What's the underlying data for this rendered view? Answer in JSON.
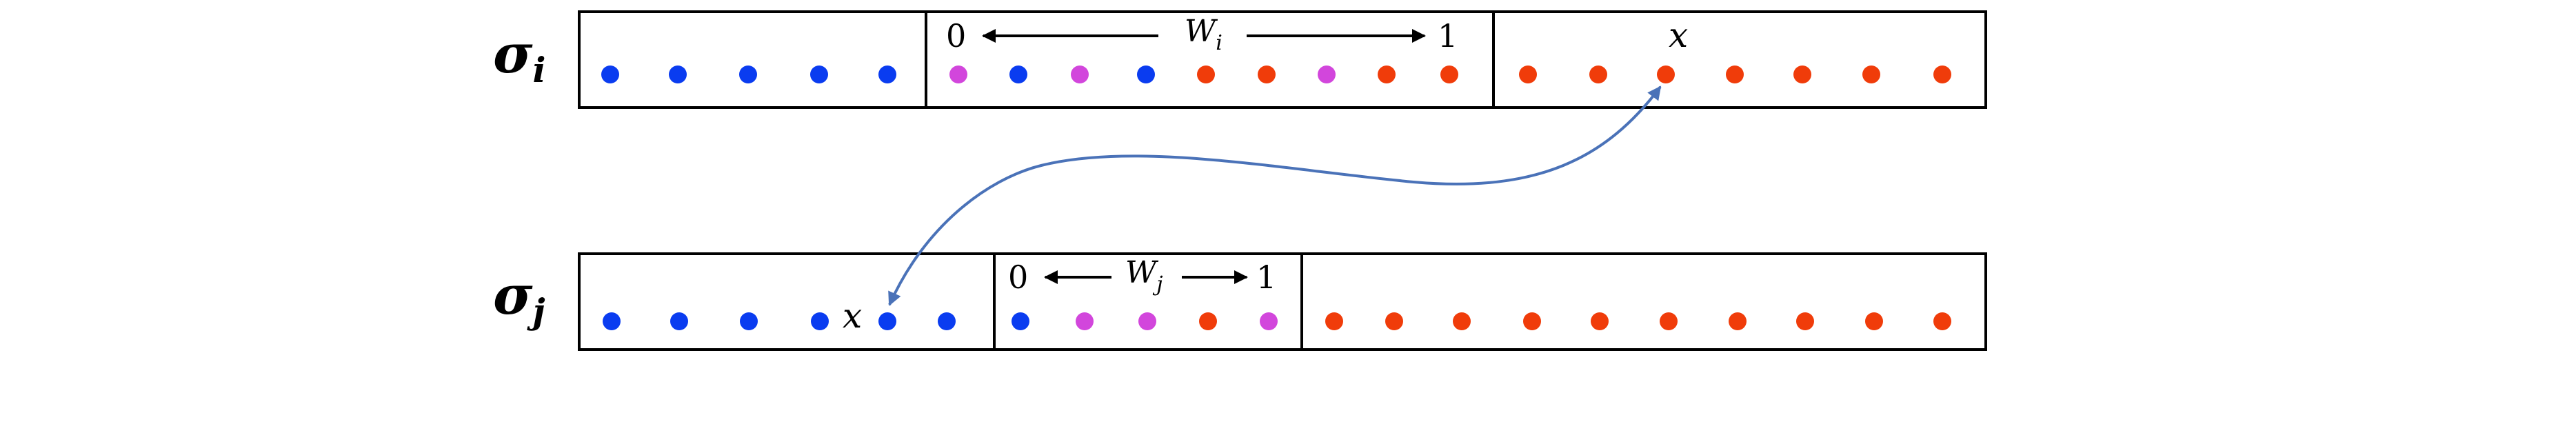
{
  "colors": {
    "blue": "#0a3cf0",
    "magenta": "#d246dc",
    "red": "#f03c0a",
    "arrow": "#4a72b8",
    "stroke": "#000000"
  },
  "rows": [
    {
      "id": "sigma-i",
      "label_base": "σ",
      "label_sub": "i",
      "window_start": "0",
      "window_end": "1",
      "window_base": "W",
      "window_sub": "i",
      "x_label": "x",
      "dots": [
        "blue",
        "blue",
        "blue",
        "blue",
        "blue",
        "magenta",
        "blue",
        "magenta",
        "blue",
        "red",
        "red",
        "magenta",
        "red",
        "red",
        "red",
        "red",
        "red",
        "red",
        "red",
        "red",
        "red"
      ]
    },
    {
      "id": "sigma-j",
      "label_base": "σ",
      "label_sub": "j",
      "window_start": "0",
      "window_end": "1",
      "window_base": "W",
      "window_sub": "j",
      "x_label": "x",
      "dots": [
        "blue",
        "blue",
        "blue",
        "blue",
        "blue",
        "blue",
        "blue",
        "magenta",
        "magenta",
        "red",
        "magenta",
        "red",
        "red",
        "red",
        "red",
        "red",
        "red",
        "red",
        "red",
        "red",
        "red"
      ]
    }
  ]
}
